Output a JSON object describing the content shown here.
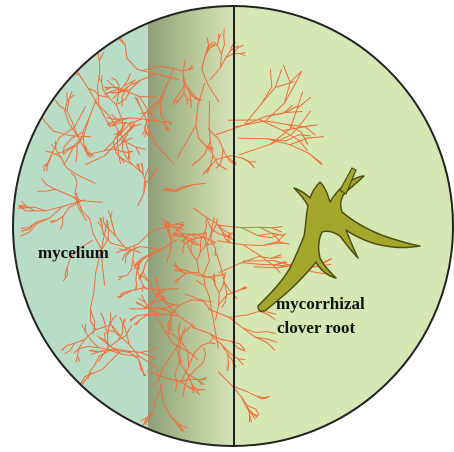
{
  "labels": {
    "mycelium": "mycelium",
    "root_line1": "mycorrhizal",
    "root_line2": "clover root"
  },
  "colors": {
    "left_panel": "#b9dcc6",
    "band_dark": "#8e9e79",
    "band_light": "#d6e3b6",
    "right_panel": "#d5e8b3",
    "hyphae": "#ee6f3c",
    "root_fill": "#a5a72c",
    "root_stroke": "#4c4f12",
    "outline": "#222222"
  }
}
